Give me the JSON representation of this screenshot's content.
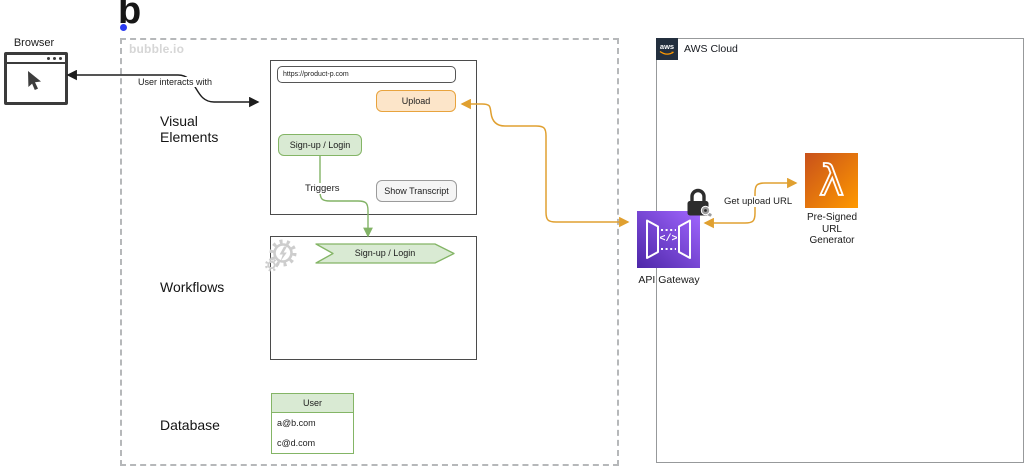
{
  "colors": {
    "arrow_orange": "#e0a030",
    "arrow_green": "#82b366",
    "arrow_black": "#1d1d1d",
    "orange_fill": "#fce5c9",
    "orange_stroke": "#e8a33d",
    "green_fill": "#d9ead3",
    "green_stroke": "#84b566",
    "gray_fill": "#f5f5f5",
    "aws_navy": "#232f3e",
    "aws_smile_orange": "#ff9900",
    "api_gateway_purple_dark": "#4d27a8",
    "api_gateway_purple_light": "#a166ff",
    "lambda_orange_dark": "#c8511b",
    "lambda_orange_light": "#ff9900",
    "logo_dot_blue": "#2a3bf2"
  },
  "logo": {
    "letter": "b"
  },
  "browser": {
    "label": "Browser"
  },
  "wires": {
    "user_interacts_label": "User interacts with",
    "triggers_label": "Triggers",
    "get_upload_url_label": "Get upload URL"
  },
  "bubble": {
    "watermark": "bubble.io",
    "section_labels": {
      "visual_elements": "Visual\nElements",
      "workflows": "Workflows",
      "database": "Database"
    },
    "visual_elements": {
      "url": "https://product-p.com",
      "upload_button": "Upload",
      "signup_button": "Sign-up / Login",
      "show_transcript_button": "Show Transcript"
    },
    "workflows": {
      "step_label": "Sign-up / Login"
    },
    "database": {
      "table_header": "User",
      "rows": [
        "a@b.com",
        "c@d.com"
      ]
    }
  },
  "aws": {
    "logo_text": "aws",
    "cloud_label": "AWS Cloud",
    "api_gateway_label": "API Gateway",
    "api_gateway_glyph": "</>",
    "lambda_glyph": "λ",
    "lambda_label": "Pre-Signed\nURL\nGenerator"
  }
}
